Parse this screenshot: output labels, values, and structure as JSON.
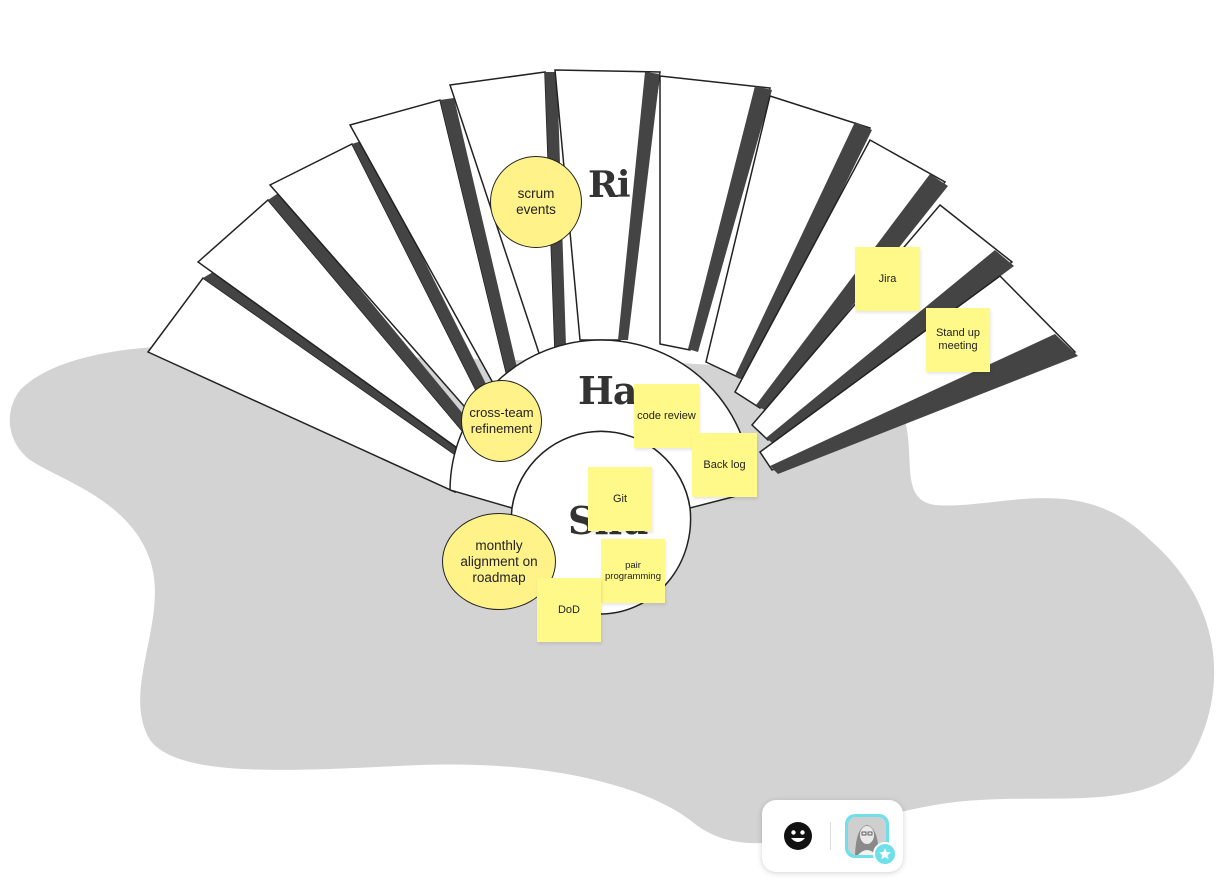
{
  "colors": {
    "blob": "#d3d3d3",
    "sticky": "#fff98a",
    "circle": "#fff289",
    "outline": "#222222",
    "accent": "#6fe0ea"
  },
  "ring_labels": {
    "outer": "Ri",
    "middle": "Ha",
    "inner": "Shu"
  },
  "circles": {
    "scrum": "scrum events",
    "crossteam": "cross-team refinement",
    "monthly": "monthly alignment on roadmap"
  },
  "stickies": {
    "jira": "Jira",
    "standup": "Stand up meeting",
    "codereview": "code review",
    "backlog": "Back log",
    "git": "Git",
    "pair": "pair programming",
    "dod": "DoD"
  },
  "toolbar": {
    "reaction_icon": "smiley-icon",
    "avatar_icon": "user-avatar",
    "badge_icon": "star-icon"
  }
}
